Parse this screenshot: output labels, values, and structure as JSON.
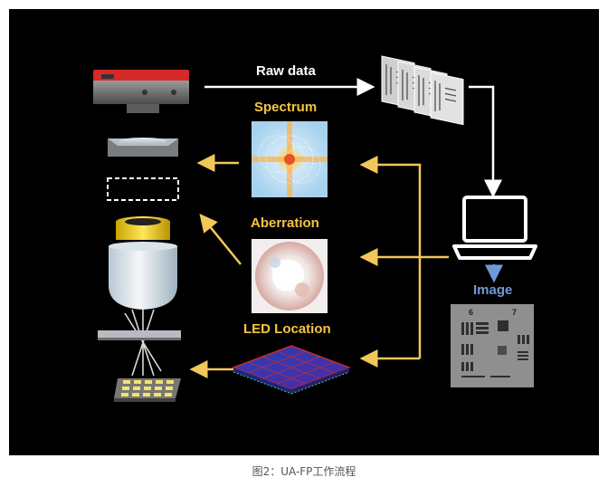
{
  "labels": {
    "raw_data": "Raw data",
    "spectrum": "Spectrum",
    "aberration": "Aberration",
    "led_location": "LED Location",
    "image": "Image"
  },
  "target_numbers": [
    "6",
    "7"
  ],
  "caption": "图2：UA-FP工作流程",
  "colors": {
    "background": "#000000",
    "white_label": "#ffffff",
    "yellow_label": "#f5c542",
    "image_label": "#6f9ad6",
    "arrow_yellow": "#f2c75a",
    "arrow_white": "#ffffff",
    "camera_red": "#d62a2a",
    "led_yellow": "#f3e46a"
  },
  "icons": [
    "camera-icon",
    "tube-lens-icon",
    "pupil-plane-icon",
    "objective-lens-icon",
    "sample-slide-icon",
    "led-array-icon",
    "raw-data-stack-icon",
    "laptop-icon",
    "led-location-grid-icon"
  ]
}
